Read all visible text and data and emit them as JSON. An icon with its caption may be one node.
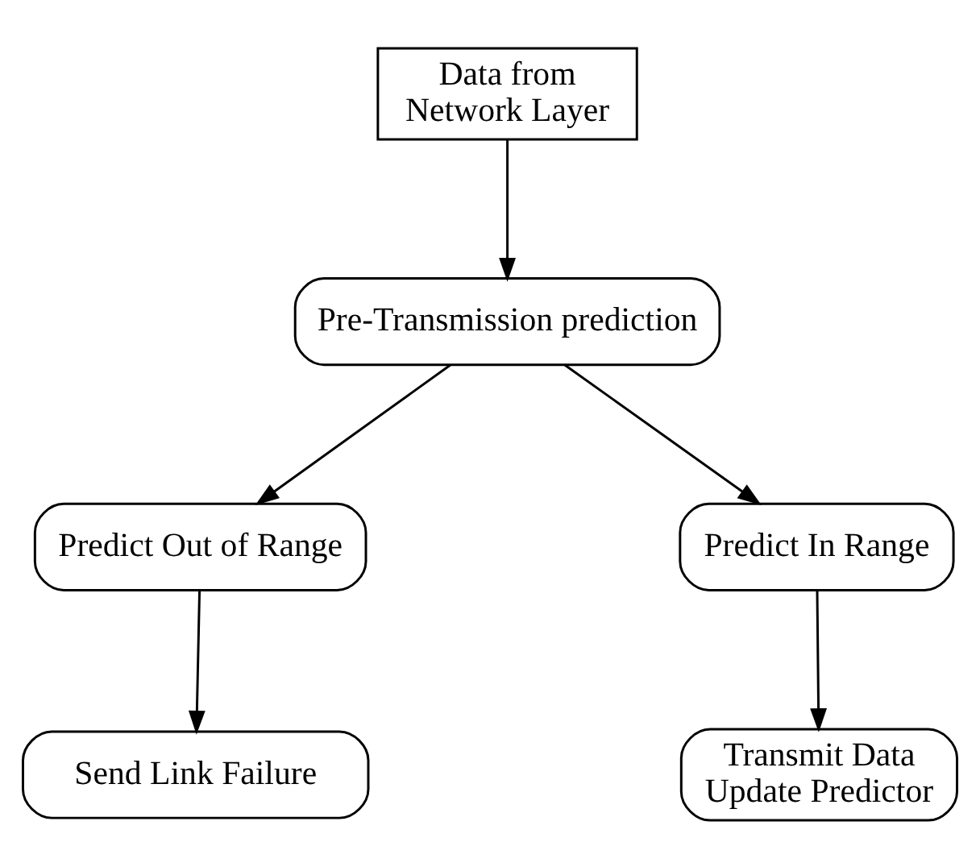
{
  "diagram": {
    "nodes": [
      {
        "text": [
          "Data from Network Layer"
        ]
      },
      {
        "text": [
          "Pre-Transmission prediction"
        ]
      },
      {
        "text": [
          "Predict Out of Range"
        ]
      },
      {
        "text": [
          "Predict In Range"
        ]
      },
      {
        "text": [
          "Send Link Failure"
        ]
      },
      {
        "text": [
          "Transmit Data Update Predictor"
        ]
      }
    ],
    "edges": [
      {
        "from": 0,
        "to": 1,
        "arrow": "to"
      },
      {
        "from": 1,
        "to": 2,
        "arrow": "to"
      },
      {
        "from": 1,
        "to": 3,
        "arrow": "to"
      },
      {
        "from": 2,
        "to": 4,
        "arrow": "to"
      },
      {
        "from": 3,
        "to": 5,
        "arrow": "to"
      }
    ]
  }
}
